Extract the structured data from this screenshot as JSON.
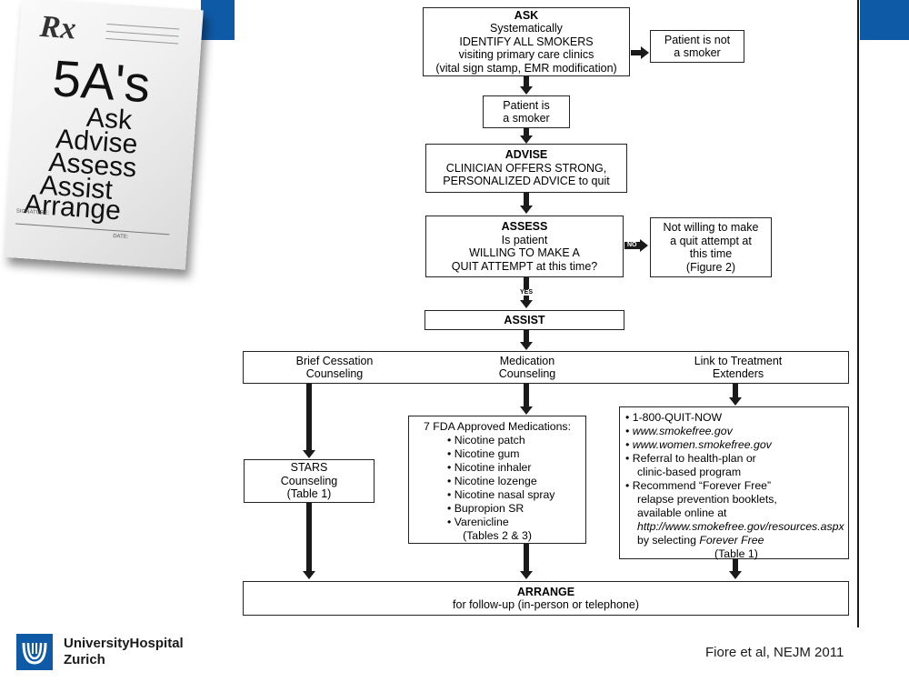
{
  "rx_note": {
    "symbol": "Rx",
    "title": "5A's",
    "words": [
      "Ask",
      "Advise",
      "Assess",
      "Assist",
      "Arrange"
    ],
    "signature_label": "SIGNATURE:",
    "date_label": "DATE:"
  },
  "flow": {
    "ask": {
      "title": "ASK",
      "lines": [
        "Systematically",
        "IDENTIFY ALL SMOKERS",
        "visiting primary care clinics",
        "(vital sign stamp, EMR modification)"
      ]
    },
    "not_smoker": {
      "lines": [
        "Patient is not",
        "a smoker"
      ]
    },
    "is_smoker": {
      "lines": [
        "Patient is",
        "a smoker"
      ]
    },
    "advise": {
      "title": "ADVISE",
      "lines": [
        "CLINICIAN OFFERS STRONG,",
        "PERSONALIZED ADVICE to quit"
      ]
    },
    "assess": {
      "title": "ASSESS",
      "lines": [
        "Is patient",
        "WILLING TO MAKE A",
        "QUIT ATTEMPT at this time?"
      ]
    },
    "no_label": "NO",
    "yes_label": "YES",
    "not_willing": {
      "lines": [
        "Not willing to make",
        "a quit attempt at",
        "this time",
        "(Figure 2)"
      ]
    },
    "assist": {
      "title": "ASSIST"
    },
    "assist_options": [
      {
        "lines": [
          "Brief Cessation",
          "Counseling"
        ]
      },
      {
        "lines": [
          "Medication",
          "Counseling"
        ]
      },
      {
        "lines": [
          "Link to Treatment",
          "Extenders"
        ]
      }
    ],
    "stars": {
      "lines": [
        "STARS",
        "Counseling",
        "(Table 1)"
      ]
    },
    "medications": {
      "heading": "7 FDA Approved Medications:",
      "items": [
        "Nicotine patch",
        "Nicotine gum",
        "Nicotine inhaler",
        "Nicotine lozenge",
        "Nicotine nasal spray",
        "Bupropion SR",
        "Varenicline"
      ],
      "footer": "(Tables 2 & 3)"
    },
    "extenders": {
      "items": [
        [
          "1-800-QUIT-NOW"
        ],
        [
          "www.smokefree.gov"
        ],
        [
          "www.women.smokefree.gov"
        ],
        [
          "Referral to health-plan or",
          "clinic-based program"
        ],
        [
          "Recommend “Forever Free”",
          "relapse prevention booklets,",
          "available online at",
          "http://www.smokefree.gov/resources.aspx",
          "by selecting Forever Free",
          "(Table 1)"
        ]
      ]
    },
    "arrange": {
      "title": "ARRANGE",
      "lines": [
        "for follow-up (in-person or telephone)"
      ]
    }
  },
  "footer": {
    "hospital_line1": "UniversityHospital",
    "hospital_line2": "Zurich",
    "citation": "Fiore et al, NEJM 2011"
  },
  "colors": {
    "accent": "#0f5aa6",
    "ink": "#1a1a1a"
  }
}
